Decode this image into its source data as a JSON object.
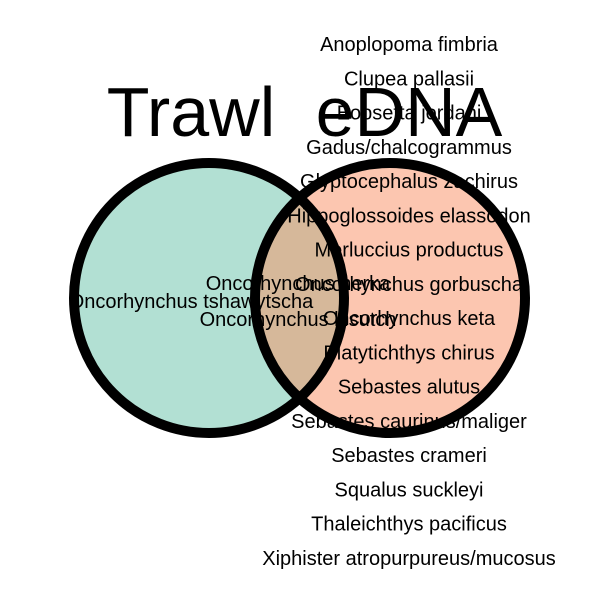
{
  "sets": {
    "trawl": {
      "label": "Trawl",
      "fill": "#b2e0d3"
    },
    "edna": {
      "label": "eDNA",
      "fill": "#fcc6b0"
    },
    "overlap_fill": "#d6b89a",
    "outline": "#000000"
  },
  "trawl_only": [
    "Oncorhynchus tshawytscha"
  ],
  "shared": [
    "Oncorhynchus nerka",
    "Oncorhynchus kisutch"
  ],
  "edna_only": [
    "Anoplopoma fimbria",
    "Clupea pallasii",
    "Eopsetta jordani",
    "Gadus/chalcogrammus",
    "Glyptocephalus zachirus",
    "Hippoglossoides elassodon",
    "Merluccius productus",
    "Oncorhynchus gorbuscha",
    "Oncorhynchus keta",
    "Platytichthys chirus",
    "Sebastes alutus",
    "Sebastes caurinus/maliger",
    "Sebastes crameri",
    "Squalus suckleyi",
    "Thaleichthys pacificus",
    "Xiphister atropurpureus/mucosus"
  ]
}
